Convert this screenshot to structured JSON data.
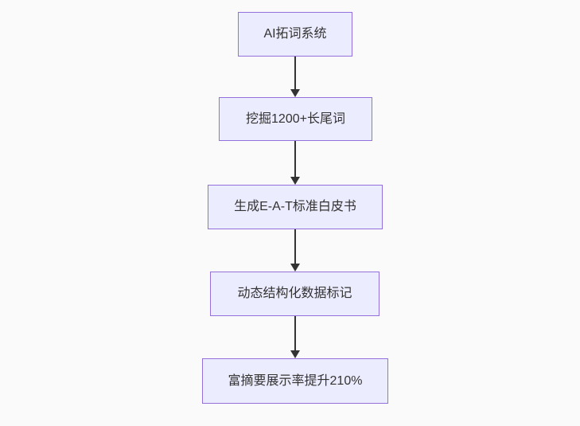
{
  "diagram": {
    "type": "flowchart",
    "direction": "top-down",
    "nodes": [
      {
        "id": "A",
        "label": "AI拓词系统"
      },
      {
        "id": "B",
        "label": "挖掘1200+长尾词"
      },
      {
        "id": "C",
        "label": "生成E-A-T标准白皮书"
      },
      {
        "id": "D",
        "label": "动态结构化数据标记"
      },
      {
        "id": "E",
        "label": "富摘要展示率提升210%"
      }
    ],
    "edges": [
      {
        "from": "A",
        "to": "B"
      },
      {
        "from": "B",
        "to": "C"
      },
      {
        "from": "C",
        "to": "D"
      },
      {
        "from": "D",
        "to": "E"
      }
    ],
    "colors": {
      "background": "#FAFAFA",
      "node_fill": "#ECECFF",
      "node_border": "#9370DB",
      "node_text": "#333333",
      "arrow": "#333333"
    }
  }
}
